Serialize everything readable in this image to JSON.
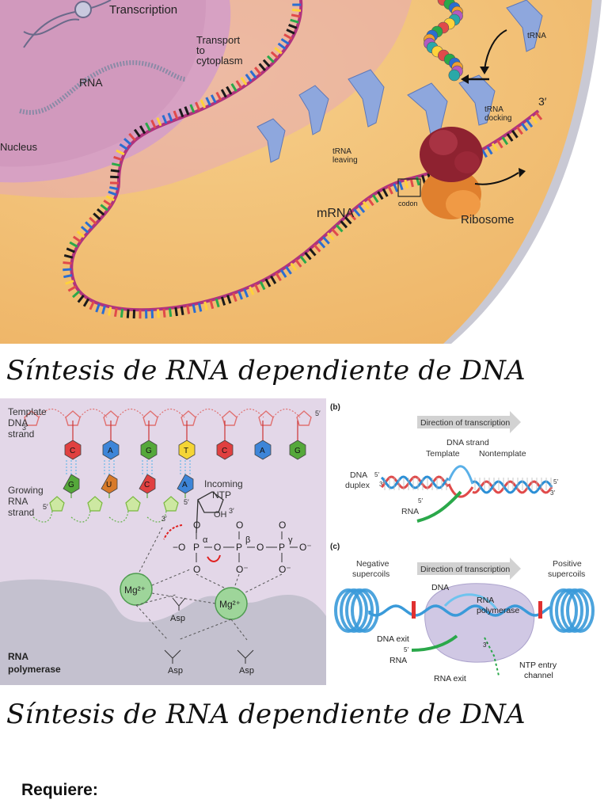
{
  "top_figure": {
    "labels": {
      "transcription": "Transcription",
      "transport": [
        "Transport",
        "to",
        "cytoplasm"
      ],
      "rna": "RNA",
      "nucleus": "Nucleus",
      "trna": "tRNA",
      "trna_docking": [
        "tRNA",
        "docking"
      ],
      "trna_leaving": [
        "tRNA",
        "leaving"
      ],
      "three_prime": "3′",
      "codon": "codon",
      "mrna": "mRNA",
      "ribosome": "Ribosome"
    }
  },
  "heading_1": "Síntesis de RNA dependiente de DNA",
  "panel_a": {
    "template_label": [
      "Template",
      "DNA",
      "strand"
    ],
    "growing_label": [
      "Growing",
      "RNA",
      "strand"
    ],
    "incoming_label": [
      "Incoming",
      "NTP"
    ],
    "template_bases": [
      "C",
      "A",
      "G",
      "T",
      "C",
      "A",
      "G"
    ],
    "rna_bases": [
      "G",
      "U",
      "C",
      "A"
    ],
    "five_prime": "5′",
    "three_prime": "3′",
    "oh": "OH",
    "p": "P",
    "o": "O",
    "minus_o": "−O",
    "o_minus": "O⁻",
    "alpha": "α",
    "beta": "β",
    "gamma": "γ",
    "mg": "Mg²⁺",
    "asp": "Asp",
    "polymerase_label": [
      "RNA",
      "polymerase"
    ]
  },
  "panel_b": {
    "tag": "(b)",
    "direction": "Direction of transcription",
    "dna_strand": "DNA strand",
    "template": "Template",
    "nontemplate": "Nontemplate",
    "dna_duplex": [
      "DNA",
      "duplex"
    ],
    "rna": "RNA",
    "five_prime": "5′",
    "three_prime": "3′"
  },
  "panel_c": {
    "tag": "(c)",
    "direction": "Direction of transcription",
    "negative": [
      "Negative",
      "supercoils"
    ],
    "positive": [
      "Positive",
      "supercoils"
    ],
    "dna": "DNA",
    "rna_polymerase": [
      "RNA",
      "polymerase"
    ],
    "dna_exit": "DNA exit",
    "rna": "RNA",
    "rna_exit": "RNA exit",
    "ntp_entry": [
      "NTP entry",
      "channel"
    ],
    "five_prime": "5′",
    "three_prime": "3′"
  },
  "heading_2": "Síntesis de RNA dependiente de DNA",
  "requiere": "Requiere:",
  "colors": {
    "cytoplasm": "#f2c27a",
    "nucleus": "#d9a8c6",
    "mrna_backbone": "#b0337e",
    "trna_blue": "#8ea7dd",
    "ribosome_red": "#8e2230",
    "ribosome_orange": "#e0802e",
    "dna_red": "#e04a4a",
    "dna_blue": "#2b8fd6",
    "rna_green": "#2aa84a",
    "panel_a_bg": "#e3d7e8"
  }
}
